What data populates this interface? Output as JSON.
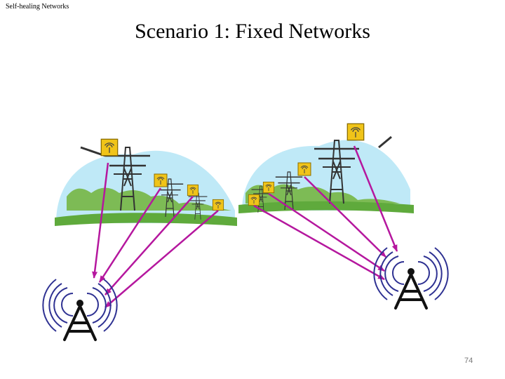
{
  "header": {
    "label": "Self-healing Networks"
  },
  "slide": {
    "title": "Scenario 1: Fixed Networks",
    "page_number": "74"
  },
  "colors": {
    "link": "#b5179e",
    "sky": "#bfe9f7",
    "grass": "#5faa3c",
    "sensor": "#f0c419",
    "antenna": "#2e3192"
  },
  "icons": [
    "power-pylon-icon",
    "wireless-sensor-icon",
    "radio-tower-icon"
  ]
}
